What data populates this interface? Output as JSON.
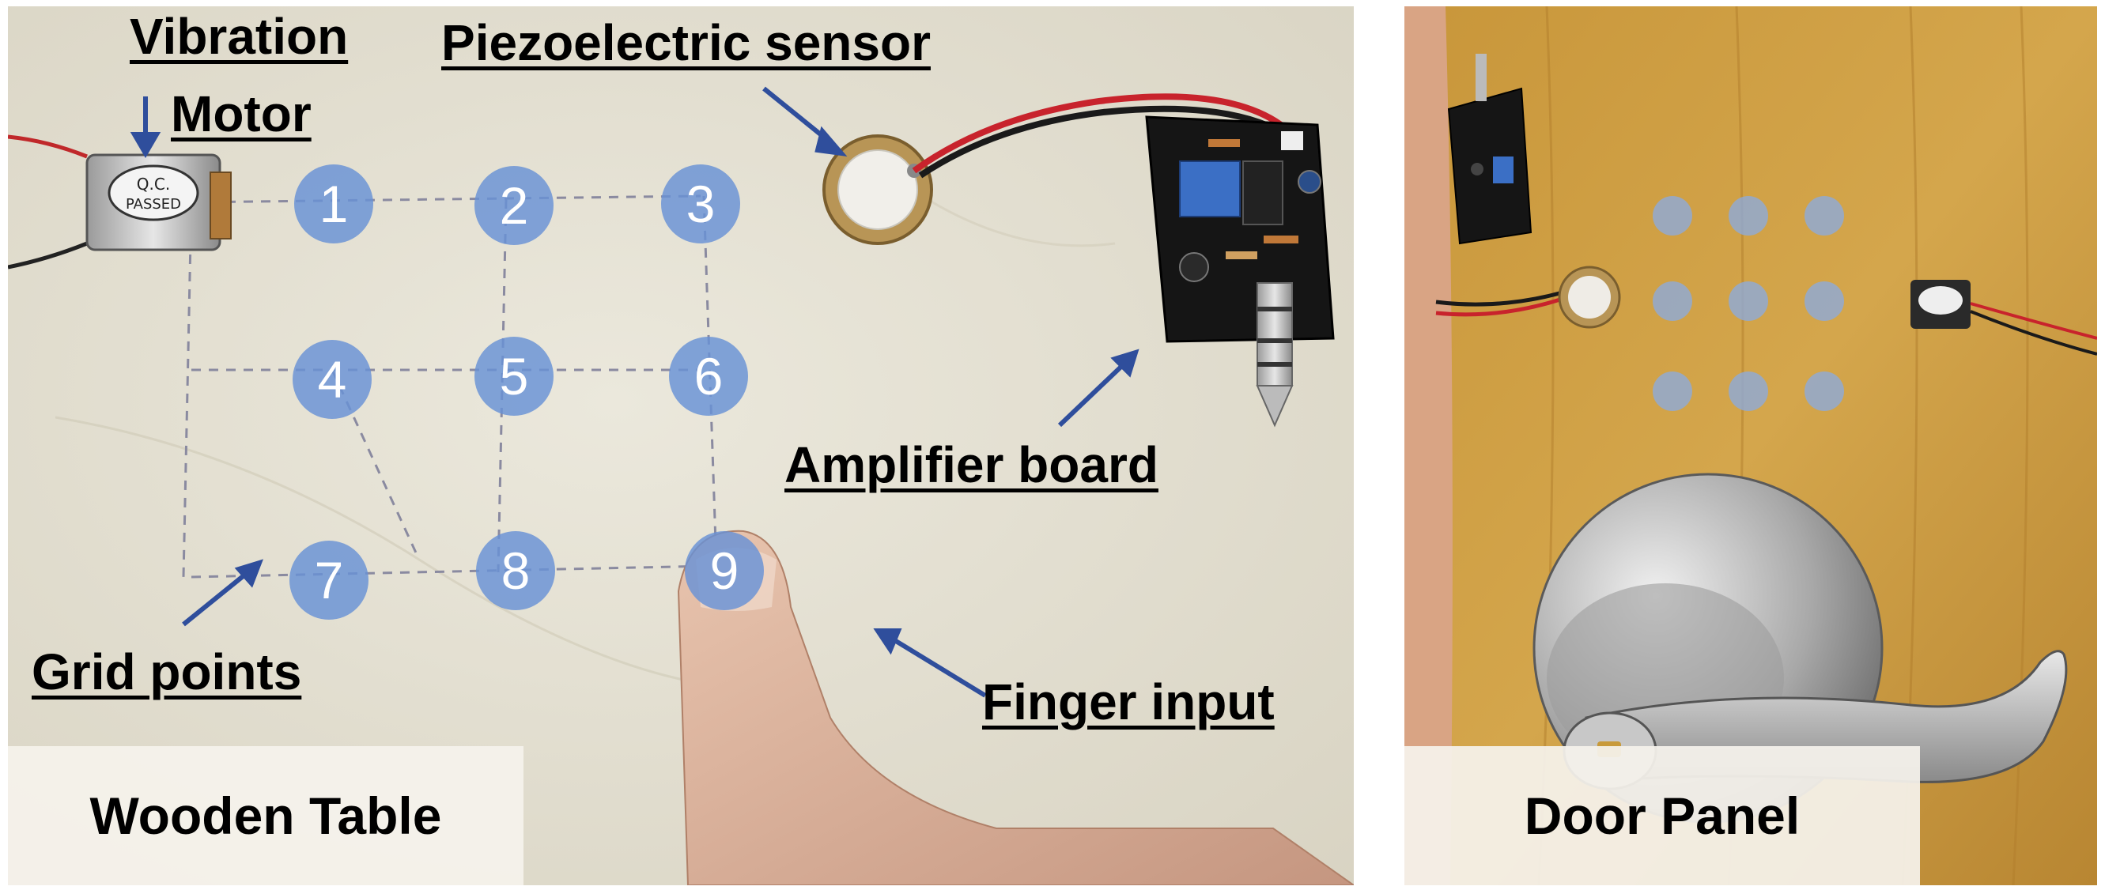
{
  "left_panel": {
    "callouts": {
      "vibration_motor_line1": "Vibration",
      "vibration_motor_line2": "Motor",
      "piezo_sensor": "Piezoelectric sensor",
      "amplifier_board": "Amplifier board",
      "grid_points": "Grid points",
      "finger_input": "Finger input"
    },
    "grid_numbers": [
      "1",
      "2",
      "3",
      "4",
      "5",
      "6",
      "7",
      "8",
      "9"
    ],
    "caption": "Wooden Table",
    "motor_label_line1": "Q.C.",
    "motor_label_line2": "PASSED"
  },
  "right_panel": {
    "caption": "Door Panel",
    "dot_count": 9
  },
  "colors": {
    "table_surface": "#e4e0d2",
    "door_surface": "#c99a3e",
    "dot_blue": "#6891d6",
    "arrow_blue": "#2f4e9c",
    "caption_bg": "#f5f2ec"
  }
}
